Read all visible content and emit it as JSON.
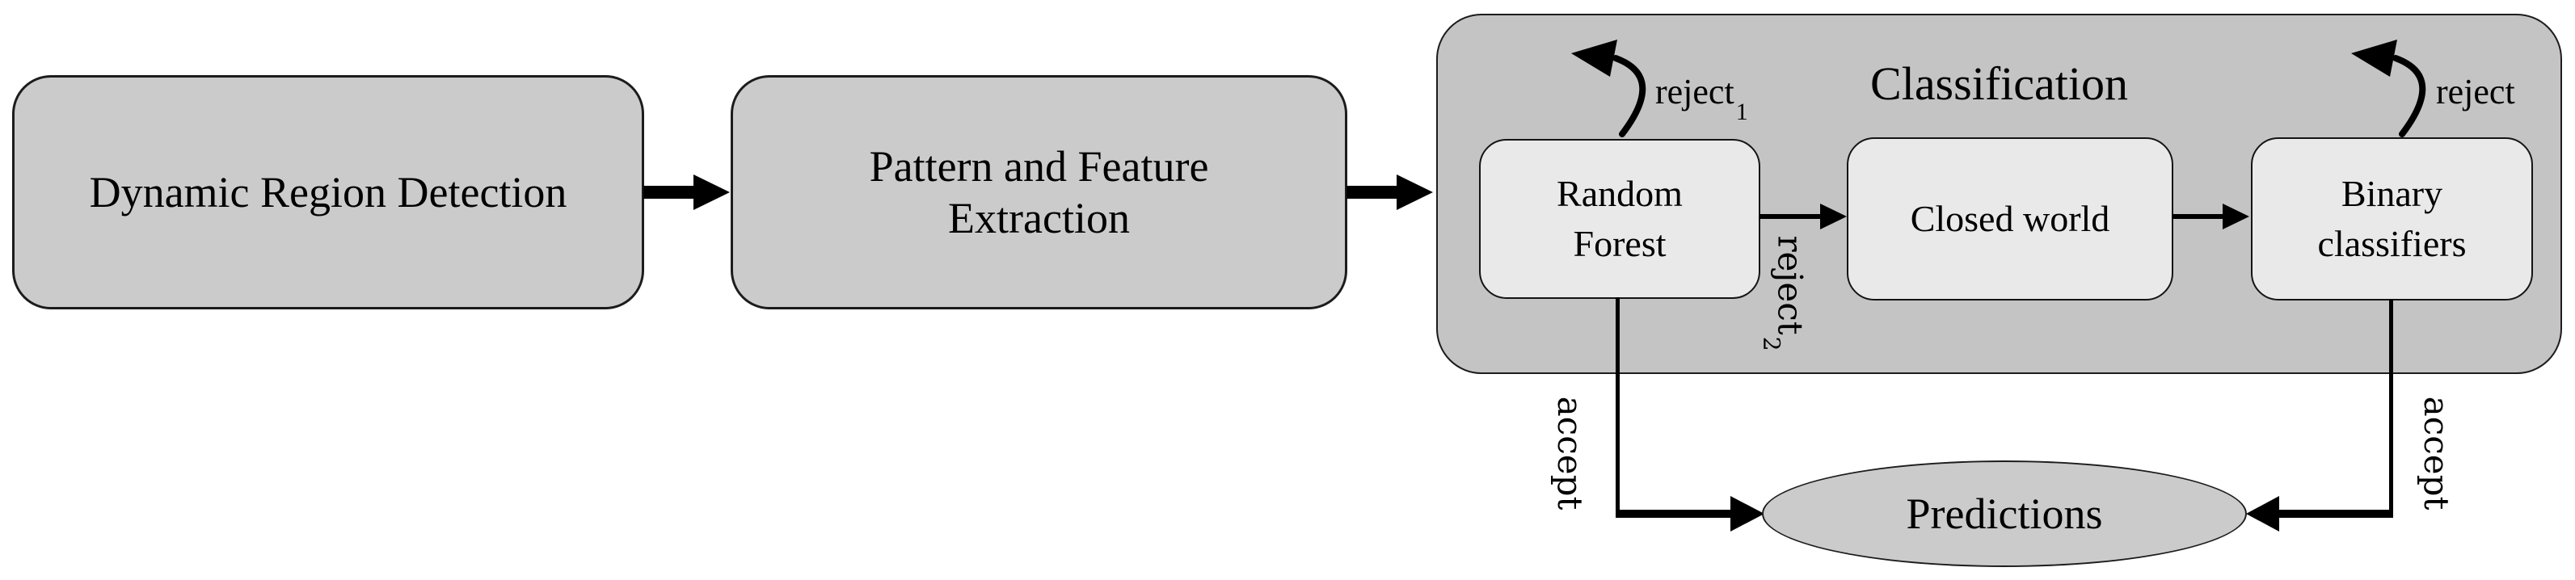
{
  "colors": {
    "background": "#ffffff",
    "outer_box_fill": "#cbcbcb",
    "container_fill": "#c4c4c4",
    "inner_box_fill": "#e9e9e9",
    "ellipse_fill": "#cbcbcb",
    "stroke": "#1c1c1c",
    "arrow": "#000000"
  },
  "nodes": {
    "dynamic_region_detection": {
      "label": "Dynamic Region Detection"
    },
    "pattern_feature_extraction": {
      "line1": "Pattern and Feature",
      "line2": "Extraction"
    },
    "classification": {
      "title": "Classification"
    },
    "random_forest": {
      "line1": "Random",
      "line2": "Forest"
    },
    "closed_world": {
      "label": "Closed world"
    },
    "binary_classifiers": {
      "line1": "Binary",
      "line2": "classifiers"
    },
    "predictions": {
      "label": "Predictions"
    }
  },
  "edge_labels": {
    "reject1": {
      "text": "reject",
      "sub": "1"
    },
    "reject2": {
      "text": "reject",
      "sub": "2"
    },
    "reject_binary": {
      "text": "reject"
    },
    "accept_left": {
      "text": "accept"
    },
    "accept_right": {
      "text": "accept"
    }
  }
}
